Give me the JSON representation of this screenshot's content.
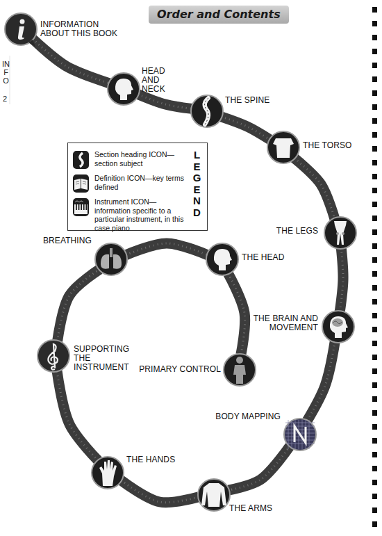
{
  "diagram": {
    "title": "Order and Contents",
    "nodes": [
      {
        "text": [
          "INFORMATION ABOUT THIS BOOK"
        ]
      },
      {
        "text": [
          "HEAD AND NECK"
        ]
      },
      {
        "text": [
          "THE SPINE"
        ]
      },
      {
        "text": [
          "THE TORSO"
        ]
      },
      {
        "text": [
          "THE LEGS"
        ]
      },
      {
        "text": [
          "THE BRAIN AND MOVEMENT"
        ]
      },
      {
        "text": [
          "BODY MAPPING"
        ]
      },
      {
        "text": [
          "THE ARMS"
        ]
      },
      {
        "text": [
          "THE HANDS"
        ]
      },
      {
        "text": [
          "SUPPORTING THE INSTRUMENT"
        ]
      },
      {
        "text": [
          "BREATHING"
        ]
      },
      {
        "text": [
          "THE HEAD"
        ]
      },
      {
        "text": [
          "PRIMARY CONTROL"
        ]
      }
    ],
    "edges": [
      {
        "from": 0,
        "to": 1,
        "arrow": "none"
      },
      {
        "from": 1,
        "to": 2,
        "arrow": "none"
      },
      {
        "from": 2,
        "to": 3,
        "arrow": "none"
      },
      {
        "from": 3,
        "to": 4,
        "arrow": "none"
      },
      {
        "from": 4,
        "to": 5,
        "arrow": "none"
      },
      {
        "from": 5,
        "to": 6,
        "arrow": "none"
      },
      {
        "from": 6,
        "to": 7,
        "arrow": "none"
      },
      {
        "from": 7,
        "to": 8,
        "arrow": "none"
      },
      {
        "from": 8,
        "to": 9,
        "arrow": "none"
      },
      {
        "from": 9,
        "to": 10,
        "arrow": "none"
      },
      {
        "from": 10,
        "to": 11,
        "arrow": "none"
      },
      {
        "from": 11,
        "to": 12,
        "arrow": "none"
      }
    ],
    "labels": [
      "INFO",
      "2",
      "LEGEND"
    ],
    "legend": [
      {
        "text": "Section heading ICON—section subject"
      },
      {
        "text": "Definition ICON—key terms defined"
      },
      {
        "text": "Instrument ICON—information specific to a particular instrument, in this case piano"
      }
    ]
  }
}
